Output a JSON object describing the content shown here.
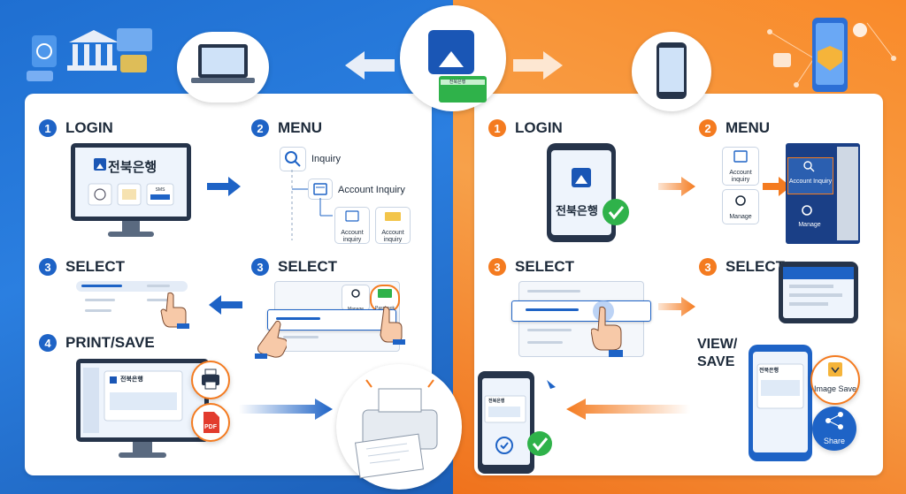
{
  "bank_name": "전북은행",
  "card_label": "전북은행",
  "pc_flow": {
    "login": {
      "num": "1",
      "label": "LOGIN"
    },
    "menu": {
      "num": "2",
      "label": "MENU",
      "inquiry": "Inquiry",
      "account_inquiry": "Account Inquiry",
      "sub_a": "Account inquiry",
      "sub_b": "Account inquiry"
    },
    "select_menu": {
      "num": "3",
      "label": "SELECT",
      "manage": "Manage",
      "passbook": "Passbook"
    },
    "select_list": {
      "num": "3",
      "label": "SELECT"
    },
    "print_save": {
      "num": "4",
      "label": "PRINT/SAVE",
      "pdf": "PDF"
    }
  },
  "mobile_flow": {
    "login": {
      "num": "1",
      "label": "LOGIN"
    },
    "menu": {
      "num": "2",
      "label": "MENU",
      "account_inquiry": "Account inquiry",
      "manage": "Manage",
      "panel_account_inquiry": "Account Inquiry",
      "panel_manage": "Manage"
    },
    "select_list": {
      "num": "3",
      "label": "SELECT"
    },
    "select_phone": {
      "num": "3",
      "label": "SELECT"
    },
    "view_save": {
      "label": "VIEW/ SAVE",
      "image_save": "Image Save",
      "share": "Share"
    }
  },
  "colors": {
    "blue": "#1e63c6",
    "orange": "#f47b20",
    "green": "#2fb24a"
  }
}
